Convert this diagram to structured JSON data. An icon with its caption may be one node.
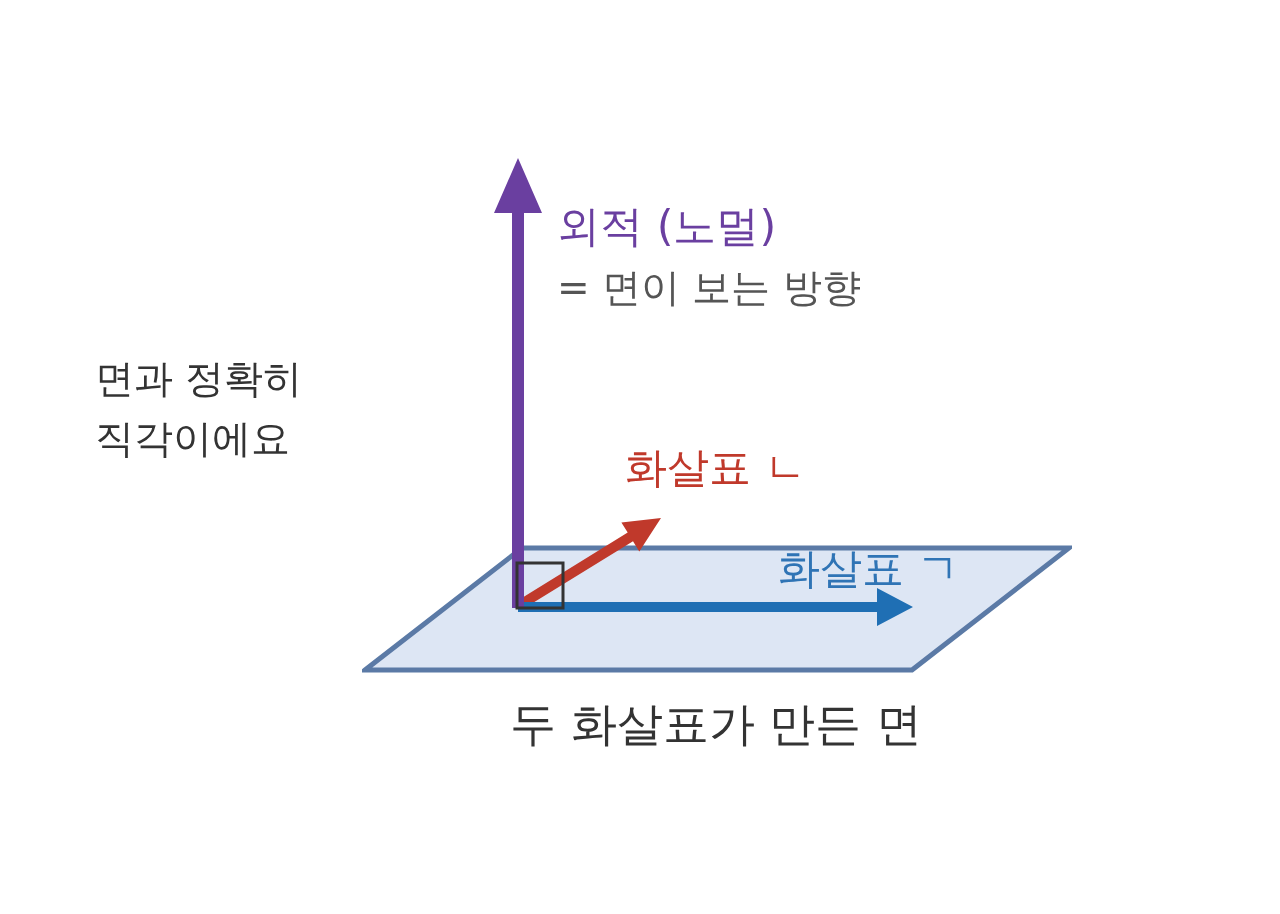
{
  "diagram": {
    "nodes": [
      {
        "text": [],
        "shape": "parallelogram",
        "beside": [
          "두 화살표가 만든 면"
        ]
      }
    ],
    "labels": [
      "외적 (노멀)",
      "= 면이 보는 방향",
      "면과 정확히 직각이에요",
      "화살표 ㄴ",
      "화살표 ㄱ"
    ]
  }
}
